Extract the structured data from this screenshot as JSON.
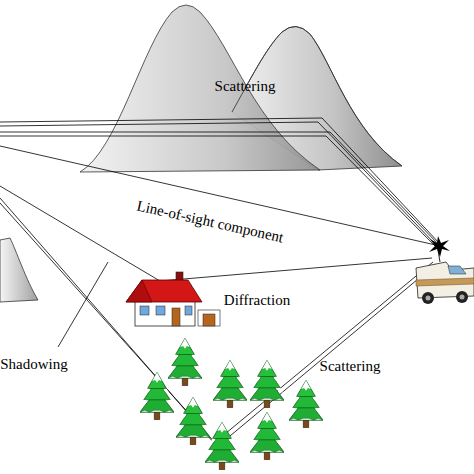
{
  "diagram": {
    "labels": [
      "Scattering",
      "Line-of-sight component",
      "Diffraction",
      "Shadowing",
      "Scattering"
    ]
  }
}
